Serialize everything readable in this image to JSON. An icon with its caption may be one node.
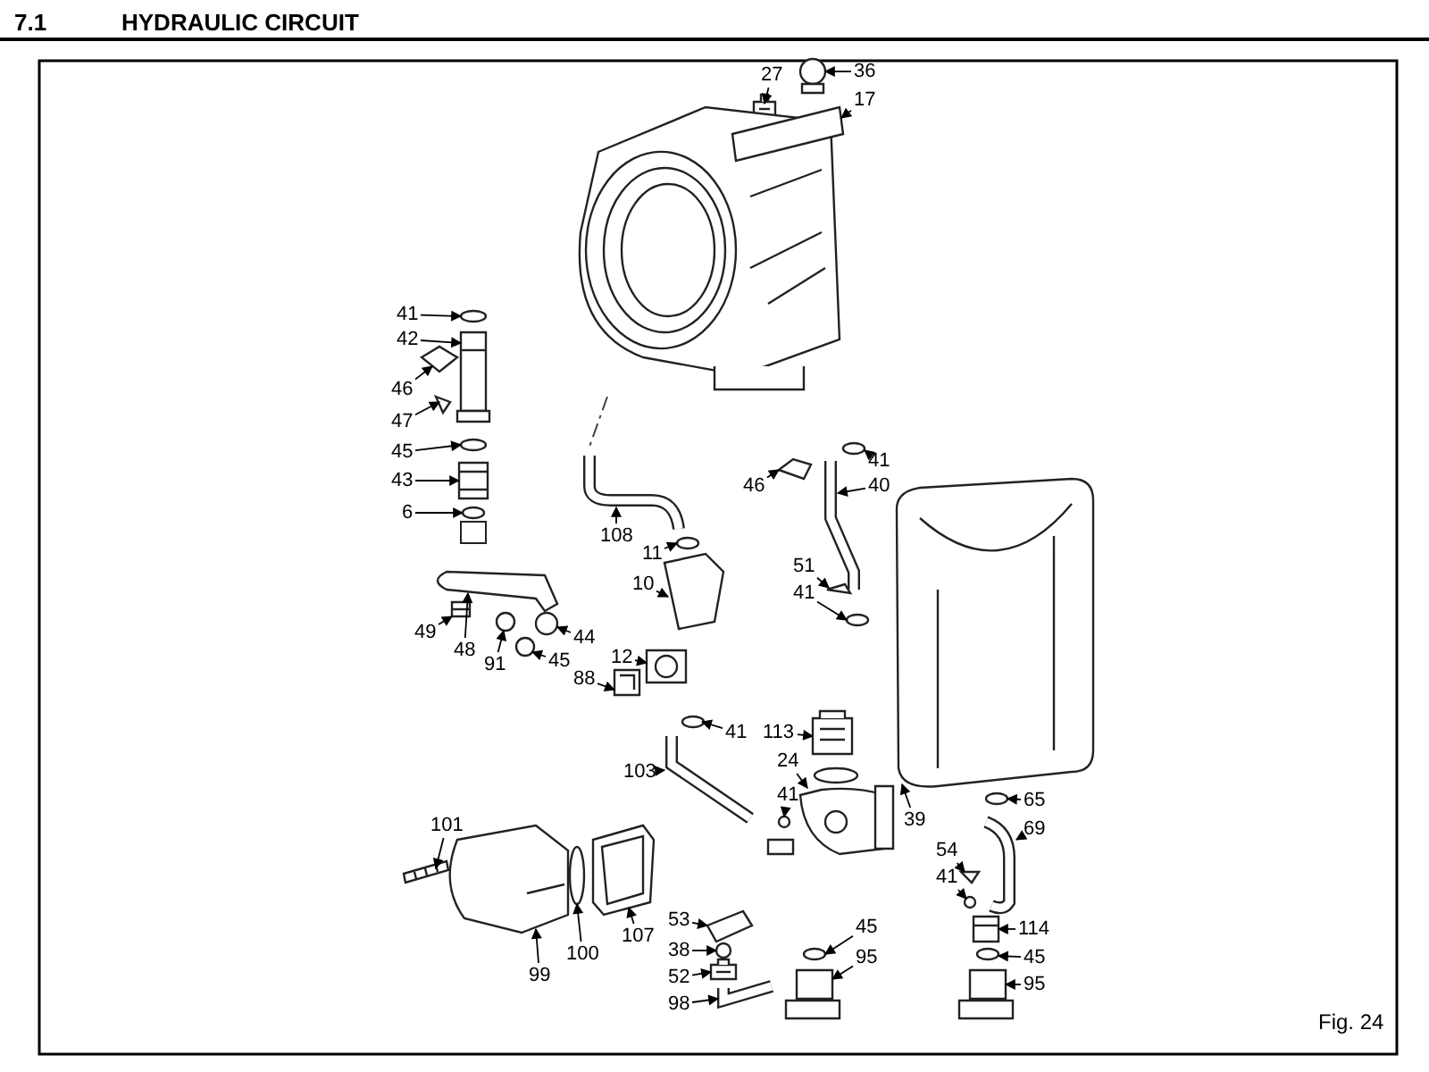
{
  "diagram": {
    "title": "HYDRAULIC CIRCUIT",
    "caption": "Fig. 24",
    "nodes": [
      {
        "text": [
          "27"
        ]
      },
      {
        "text": [
          "36"
        ]
      },
      {
        "text": [
          "17"
        ]
      },
      {
        "text": [
          "41"
        ]
      },
      {
        "text": [
          "42"
        ]
      },
      {
        "text": [
          "46"
        ]
      },
      {
        "text": [
          "47"
        ]
      },
      {
        "text": [
          "45"
        ]
      },
      {
        "text": [
          "43"
        ]
      },
      {
        "text": [
          "6"
        ]
      },
      {
        "text": [
          "108"
        ]
      },
      {
        "text": [
          "11"
        ]
      },
      {
        "text": [
          "10"
        ]
      },
      {
        "text": [
          "41"
        ]
      },
      {
        "text": [
          "46"
        ]
      },
      {
        "text": [
          "40"
        ]
      },
      {
        "text": [
          "51"
        ]
      },
      {
        "text": [
          "41"
        ]
      },
      {
        "text": [
          "49"
        ]
      },
      {
        "text": [
          "48"
        ]
      },
      {
        "text": [
          "91"
        ]
      },
      {
        "text": [
          "44"
        ]
      },
      {
        "text": [
          "45"
        ]
      },
      {
        "text": [
          "12"
        ]
      },
      {
        "text": [
          "88"
        ]
      },
      {
        "text": [
          "41"
        ]
      },
      {
        "text": [
          "113"
        ]
      },
      {
        "text": [
          "103"
        ]
      },
      {
        "text": [
          "24"
        ]
      },
      {
        "text": [
          "41"
        ]
      },
      {
        "text": [
          "101"
        ]
      },
      {
        "text": [
          "107"
        ]
      },
      {
        "text": [
          "100"
        ]
      },
      {
        "text": [
          "99"
        ]
      },
      {
        "text": [
          "53"
        ]
      },
      {
        "text": [
          "38"
        ]
      },
      {
        "text": [
          "52"
        ]
      },
      {
        "text": [
          "98"
        ]
      },
      {
        "text": [
          "39"
        ]
      },
      {
        "text": [
          "65"
        ]
      },
      {
        "text": [
          "69"
        ]
      },
      {
        "text": [
          "54"
        ]
      },
      {
        "text": [
          "41"
        ]
      },
      {
        "text": [
          "45"
        ]
      },
      {
        "text": [
          "114"
        ]
      },
      {
        "text": [
          "95"
        ]
      },
      {
        "text": [
          "45"
        ]
      },
      {
        "text": [
          "95"
        ]
      },
      {
        "text": [],
        "shape": "picture"
      },
      {
        "text": [],
        "shape": "picture"
      },
      {
        "text": [],
        "shape": "picture"
      },
      {
        "text": [],
        "shape": "picture"
      },
      {
        "text": [],
        "shape": "picture"
      },
      {
        "text": [],
        "shape": "picture"
      },
      {
        "text": [],
        "shape": "picture"
      },
      {
        "text": [],
        "shape": "picture"
      },
      {
        "text": [],
        "shape": "picture"
      },
      {
        "text": [],
        "shape": "picture"
      },
      {
        "text": [],
        "shape": "picture"
      },
      {
        "text": [],
        "shape": "picture"
      },
      {
        "text": [],
        "shape": "picture"
      },
      {
        "text": [],
        "shape": "picture"
      },
      {
        "text": [],
        "shape": "picture"
      },
      {
        "text": [],
        "shape": "picture"
      },
      {
        "text": [],
        "shape": "picture"
      },
      {
        "text": [],
        "shape": "picture"
      },
      {
        "text": [],
        "shape": "picture"
      },
      {
        "text": [],
        "shape": "picture"
      },
      {
        "text": [],
        "shape": "picture"
      },
      {
        "text": [],
        "shape": "picture"
      },
      {
        "text": [],
        "shape": "picture"
      },
      {
        "text": [],
        "shape": "picture"
      },
      {
        "text": [],
        "shape": "picture"
      },
      {
        "text": [],
        "shape": "picture"
      },
      {
        "text": [],
        "shape": "picture"
      },
      {
        "text": [],
        "shape": "picture"
      },
      {
        "text": [],
        "shape": "picture"
      },
      {
        "text": [],
        "shape": "picture"
      },
      {
        "text": [],
        "shape": "picture"
      },
      {
        "text": [],
        "shape": "picture"
      },
      {
        "text": [],
        "shape": "picture"
      },
      {
        "text": [],
        "shape": "picture"
      },
      {
        "text": [],
        "shape": "picture"
      },
      {
        "text": [],
        "shape": "picture"
      },
      {
        "text": [],
        "shape": "picture"
      },
      {
        "text": [],
        "shape": "picture"
      },
      {
        "text": [],
        "shape": "picture"
      },
      {
        "text": [],
        "shape": "picture"
      },
      {
        "text": [],
        "shape": "picture"
      },
      {
        "text": [],
        "shape": "picture"
      },
      {
        "text": [],
        "shape": "picture"
      },
      {
        "text": [],
        "shape": "picture"
      },
      {
        "text": [],
        "shape": "picture"
      },
      {
        "text": [],
        "shape": "picture"
      },
      {
        "text": [],
        "shape": "picture"
      },
      {
        "text": [],
        "shape": "picture"
      }
    ],
    "edges": [
      {
        "from": 0,
        "to": 48,
        "arrow": "to"
      },
      {
        "from": 1,
        "to": 49,
        "arrow": "to"
      },
      {
        "from": 2,
        "to": 50,
        "arrow": "to"
      },
      {
        "from": 3,
        "to": 51,
        "arrow": "to"
      },
      {
        "from": 4,
        "to": 52,
        "arrow": "to"
      },
      {
        "from": 5,
        "to": 53,
        "arrow": "to"
      },
      {
        "from": 6,
        "to": 54,
        "arrow": "to"
      },
      {
        "from": 7,
        "to": 55,
        "arrow": "to"
      },
      {
        "from": 8,
        "to": 56,
        "arrow": "to"
      },
      {
        "from": 9,
        "to": 57,
        "arrow": "to"
      },
      {
        "from": 10,
        "to": 58,
        "arrow": "to"
      },
      {
        "from": 11,
        "to": 59,
        "arrow": "to"
      },
      {
        "from": 12,
        "to": 60,
        "arrow": "to"
      },
      {
        "from": 13,
        "to": 61,
        "arrow": "to"
      },
      {
        "from": 14,
        "to": 62,
        "arrow": "to"
      },
      {
        "from": 15,
        "to": 63,
        "arrow": "to"
      },
      {
        "from": 16,
        "to": 64,
        "arrow": "to"
      },
      {
        "from": 17,
        "to": 65,
        "arrow": "to"
      },
      {
        "from": 18,
        "to": 66,
        "arrow": "to"
      },
      {
        "from": 19,
        "to": 67,
        "arrow": "to"
      },
      {
        "from": 20,
        "to": 68,
        "arrow": "to"
      },
      {
        "from": 21,
        "to": 69,
        "arrow": "to"
      },
      {
        "from": 22,
        "to": 70,
        "arrow": "to"
      },
      {
        "from": 23,
        "to": 71,
        "arrow": "to"
      },
      {
        "from": 24,
        "to": 72,
        "arrow": "to"
      },
      {
        "from": 25,
        "to": 73,
        "arrow": "to"
      },
      {
        "from": 26,
        "to": 74,
        "arrow": "to"
      },
      {
        "from": 27,
        "to": 75,
        "arrow": "to"
      },
      {
        "from": 28,
        "to": 76,
        "arrow": "to"
      },
      {
        "from": 29,
        "to": 77,
        "arrow": "to"
      },
      {
        "from": 30,
        "to": 78,
        "arrow": "to"
      },
      {
        "from": 31,
        "to": 79,
        "arrow": "to"
      },
      {
        "from": 32,
        "to": 80,
        "arrow": "to"
      },
      {
        "from": 33,
        "to": 81,
        "arrow": "to"
      },
      {
        "from": 34,
        "to": 82,
        "arrow": "to"
      },
      {
        "from": 35,
        "to": 83,
        "arrow": "to"
      },
      {
        "from": 36,
        "to": 84,
        "arrow": "to"
      },
      {
        "from": 37,
        "to": 85,
        "arrow": "to"
      },
      {
        "from": 38,
        "to": 86,
        "arrow": "to"
      },
      {
        "from": 39,
        "to": 87,
        "arrow": "to"
      },
      {
        "from": 40,
        "to": 88,
        "arrow": "to"
      },
      {
        "from": 41,
        "to": 89,
        "arrow": "to"
      },
      {
        "from": 42,
        "to": 90,
        "arrow": "to"
      },
      {
        "from": 43,
        "to": 91,
        "arrow": "to"
      },
      {
        "from": 44,
        "to": 92,
        "arrow": "to"
      },
      {
        "from": 45,
        "to": 93,
        "arrow": "to"
      },
      {
        "from": 46,
        "to": 94,
        "arrow": "to"
      },
      {
        "from": 47,
        "to": 95,
        "arrow": "to"
      }
    ],
    "labels": [
      "7.1"
    ]
  }
}
